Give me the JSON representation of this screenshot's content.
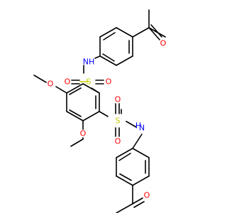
{
  "colors": {
    "carbon_bond": "#000000",
    "oxygen": "#ff0000",
    "nitrogen": "#0000ff",
    "sulfur": "#cccc00",
    "background": "#ffffff"
  },
  "labels": {
    "o_acetyl_top": "O",
    "nh_top": "NH",
    "s_top": "S",
    "o_s_top_left": "O",
    "o_s_top_right": "O",
    "o_methoxy_top": "O",
    "o_methoxy_bottom": "O",
    "s_bottom": "S",
    "o_s_bottom_left": "O",
    "o_s_bottom_right": "O",
    "nh_bottom": "H",
    "n_bottom": "N",
    "o_acetyl_bottom": "O"
  }
}
